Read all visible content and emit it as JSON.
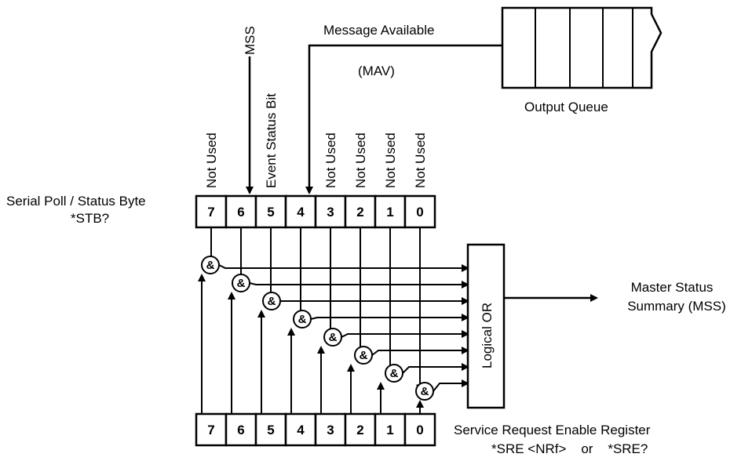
{
  "labels": {
    "mss_top": "MSS",
    "message_available": "Message Available",
    "mav": "(MAV)",
    "output_queue": "Output Queue",
    "serial_poll_line1": "Serial Poll / Status Byte",
    "serial_poll_line2": "*STB?",
    "logical_or": "Logical OR",
    "master_status_line1": "Master Status",
    "master_status_line2": "Summary (MSS)",
    "sre_line1": "Service Request Enable Register",
    "sre_line2": "*SRE <NRf>    or    *SRE?",
    "and_symbol": "&"
  },
  "column_labels": [
    "Not Used",
    "",
    "Event Status Bit",
    "",
    "Not Used",
    "Not Used",
    "Not Used",
    "Not Used"
  ],
  "status_byte_bits": [
    "7",
    "6",
    "5",
    "4",
    "3",
    "2",
    "1",
    "0"
  ],
  "enable_register_bits": [
    "7",
    "6",
    "5",
    "4",
    "3",
    "2",
    "1",
    "0"
  ]
}
